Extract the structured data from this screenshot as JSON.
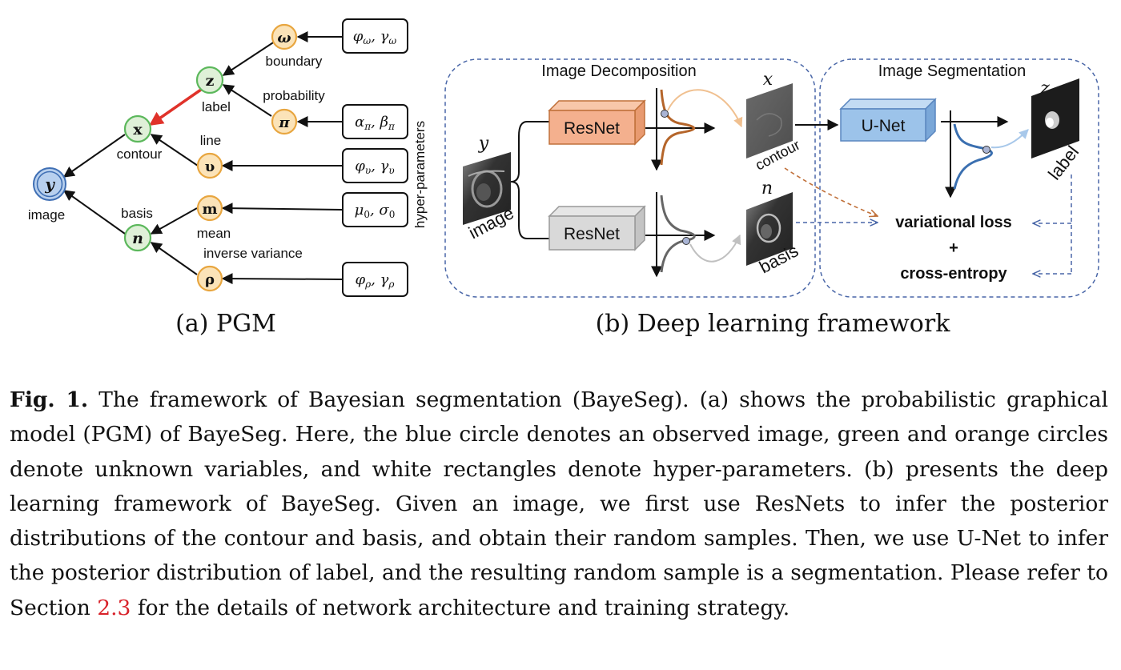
{
  "pgm": {
    "nodes": {
      "y": "y",
      "x": "x",
      "z": "z",
      "n": "n",
      "omega": "ω",
      "pi": "π",
      "upsilon": "υ",
      "m": "m",
      "rho": "ρ"
    },
    "labels": {
      "image": "image",
      "contour": "contour",
      "label": "label",
      "basis": "basis",
      "boundary": "boundary",
      "probability": "probability",
      "line": "line",
      "mean": "mean",
      "inverse_variance": "inverse variance"
    },
    "hyperparams": {
      "omega": [
        "φ",
        "ω",
        "γ",
        "ω"
      ],
      "pi": [
        "α",
        "π",
        "β",
        "π"
      ],
      "upsilon": [
        "φ",
        "υ",
        "γ",
        "υ"
      ],
      "m": [
        "μ",
        "0",
        "σ",
        "0"
      ],
      "rho": [
        "φ",
        "ρ",
        "γ",
        "ρ"
      ]
    },
    "side_label": "hyper-parameters",
    "subcaption": "(a) PGM"
  },
  "framework": {
    "decomp_title": "Image Decomposition",
    "seg_title": "Image Segmentation",
    "resnet_top": "ResNet",
    "resnet_bottom": "ResNet",
    "unet": "U-Net",
    "var_y": "y",
    "var_x": "x",
    "var_n": "n",
    "var_z": "z",
    "img_image": "image",
    "img_contour": "contour",
    "img_basis": "basis",
    "img_label": "label",
    "loss_1": "variational loss",
    "loss_plus": "+",
    "loss_2": "cross-entropy",
    "subcaption": "(b) Deep learning framework"
  },
  "caption": {
    "fig_label": "Fig. 1.",
    "text_1": " The framework of Bayesian segmentation (BayeSeg). (a) shows the probabilistic graphical model (PGM) of BayeSeg. Here, the blue circle denotes an observed image, green and orange circles denote unknown variables, and white rectangles denote hyper-parameters. (b) presents the deep learning framework of BayeSeg. Given an image, we first use ResNets to infer the posterior distributions of the contour and basis, and obtain their random samples. Then, we use U-Net to infer the posterior distribution of label, and the resulting random sample is a segmentation. Please refer to Section ",
    "ref": "2.3",
    "text_2": " for the details of network architecture and training strategy."
  },
  "colors": {
    "observed": "#b8d0ee",
    "observed_stroke": "#3f6fb4",
    "unknown_green": "#dff0d8",
    "green_stroke": "#5cb85c",
    "unknown_orange": "#fbe3b8",
    "orange_stroke": "#e8a640",
    "red_arrow": "#e0322a",
    "dashed_blue": "#4a67a8",
    "resnet_top": "#f4b08e",
    "resnet_grey": "#d9d9d9",
    "unet": "#9cc3ea",
    "curve_brown": "#b5652a",
    "curve_grey": "#666666",
    "curve_blue": "#3a6fb0",
    "ref_red": "#d8222a"
  }
}
